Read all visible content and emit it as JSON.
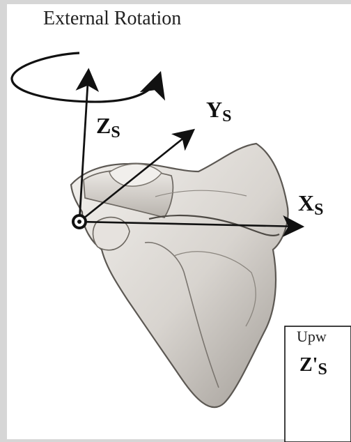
{
  "figure": {
    "title": "External Rotation",
    "axes": {
      "z": {
        "letter": "Z",
        "subscript": "S"
      },
      "y": {
        "letter": "Y",
        "subscript": "S"
      },
      "x": {
        "letter": "X",
        "subscript": "S"
      }
    },
    "inset": {
      "title_partial": "Upw",
      "label_partial": "Z'",
      "label_subscript_partial": "S"
    },
    "colors": {
      "frame": "#d6d6d6",
      "background": "#ffffff",
      "ink": "#111111",
      "bone_light": "#e8e6e3",
      "bone_dark": "#8f8a84"
    }
  }
}
